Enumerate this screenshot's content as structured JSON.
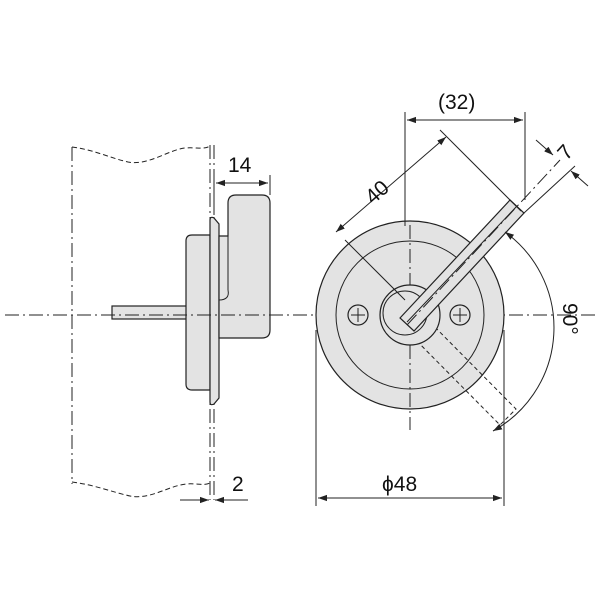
{
  "dimensions": {
    "depth": "14",
    "plate": "2",
    "diameter": "ϕ48",
    "handle_length": "40",
    "handle_reach": "(32)",
    "handle_width": "7",
    "rotation": "90°"
  },
  "colors": {
    "part_fill": "#e3e3e3",
    "line": "#222222"
  }
}
